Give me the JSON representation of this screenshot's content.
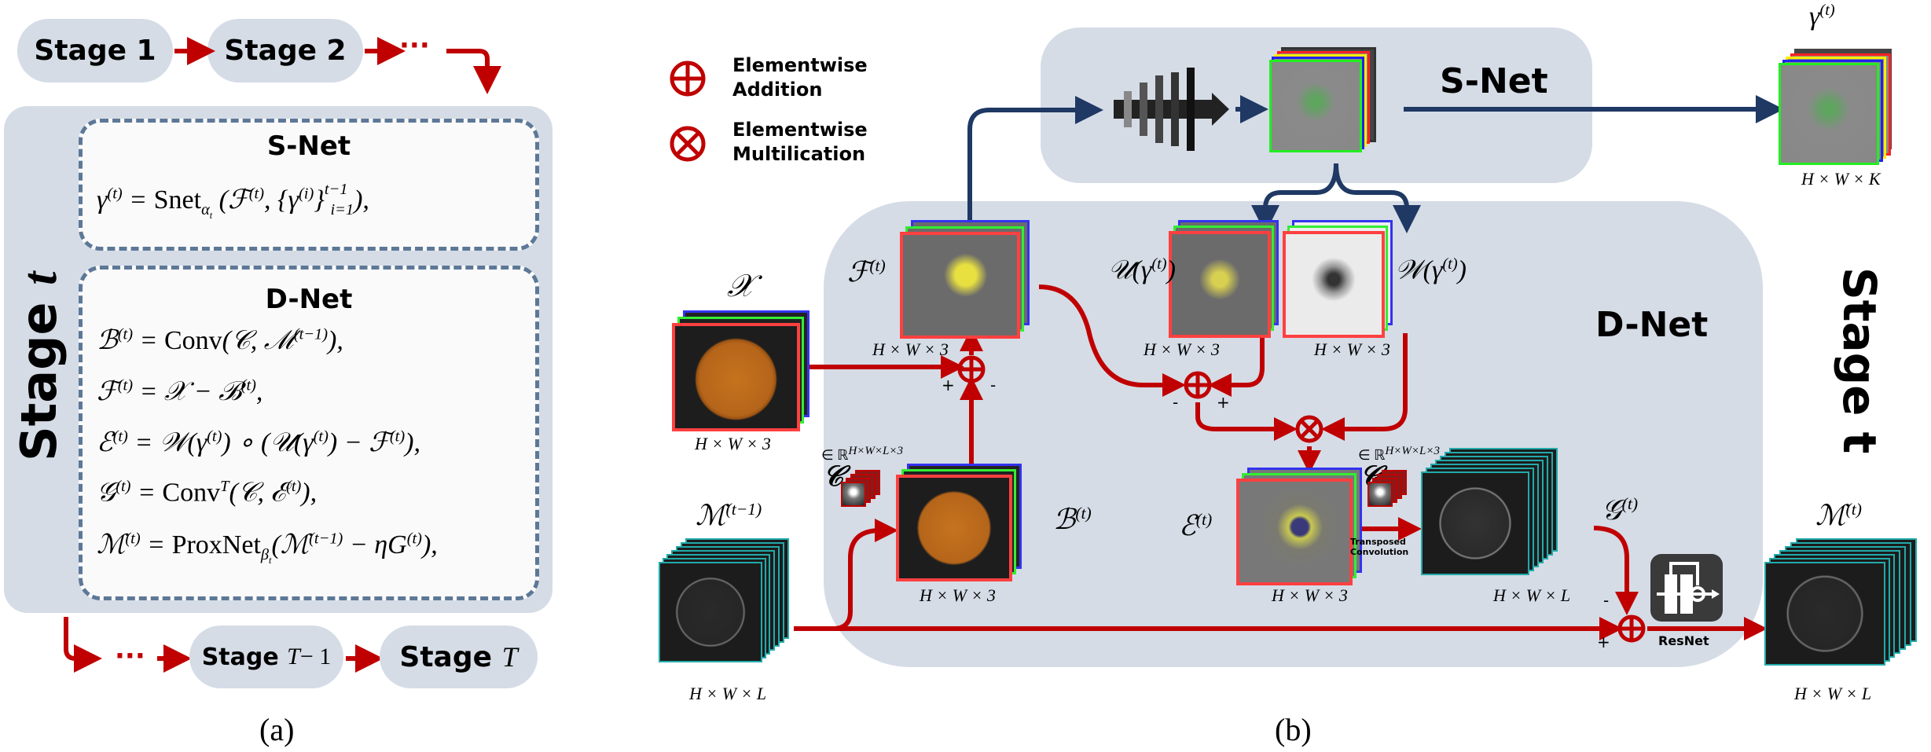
{
  "colors": {
    "panel_bg": "#d5dce6",
    "dash_border": "#5d7897",
    "red_arrow": "#c00000",
    "navy_arrow": "#1f3864",
    "channel_red": "#ff4040",
    "channel_green": "#33ee33",
    "channel_blue": "#3333ee",
    "feature_teal": "#22aaaa"
  },
  "panel_a": {
    "caption": "(a)",
    "top_flow": {
      "stage1": "Stage 1",
      "stage2": "Stage 2",
      "ellipsis": "···"
    },
    "stage_label": "Stage t",
    "stage_label_prefix": "Stage ",
    "stage_label_var": "t",
    "snet": {
      "title": "S-Net",
      "equation": "γ(t) = Snet_αt ( F(t), {γ(i)} i=1..t−1 ),"
    },
    "dnet": {
      "title": "D-Net",
      "equations": [
        "B(t) = Conv(C, M(t−1)),",
        "F(t) = X − B(t),",
        "E(t) = W(γ(t)) ∘ (U(γ(t)) − F(t)),",
        "G(t) = Conv^T(C, E(t)),",
        "M(t) = ProxNet_βt(M(t−1) − ηG(t)),"
      ]
    },
    "bottom_flow": {
      "ellipsis": "···",
      "stageTm1_prefix": "Stage ",
      "stageTm1_var": "T",
      "stageTm1_suffix": " − 1",
      "stageT_prefix": "Stage ",
      "stageT_var": "T"
    }
  },
  "panel_b": {
    "caption": "(b)",
    "legend": [
      {
        "icon": "elementwise-addition-icon",
        "line1": "Elementwise",
        "line2": "Addition"
      },
      {
        "icon": "elementwise-multiplication-icon",
        "line1": "Elementwise",
        "line2": "Multilication"
      }
    ],
    "snet_title": "S-Net",
    "dnet_title": "D-Net",
    "stage_label": "Stage t",
    "tensors": {
      "X": {
        "symbol": "𝒳",
        "dims": "H × W × 3"
      },
      "F": {
        "symbol": "ℱ",
        "sup": "(t)",
        "dims": "H × W × 3"
      },
      "U": {
        "symbol": "𝒰(γ",
        "sup": "(t)",
        "close": ")",
        "dims": "H × W × 3"
      },
      "W": {
        "symbol": "𝒲(γ",
        "sup": "(t)",
        "close": ")",
        "dims": "H × W × 3"
      },
      "gamma": {
        "symbol": "γ",
        "sup": "(t)",
        "dims": "H × W × K"
      },
      "M_prev": {
        "symbol": "ℳ",
        "sup": "(t−1)",
        "dims": "H × W × L"
      },
      "B": {
        "symbol": "ℬ",
        "sup": "(t)",
        "dims": "H × W × 3"
      },
      "E": {
        "symbol": "ℰ",
        "sup": "(t)",
        "dims": "H × W × 3"
      },
      "G": {
        "symbol": "𝒢",
        "sup": "(t)",
        "dims": "H × W × L"
      },
      "M": {
        "symbol": "ℳ",
        "sup": "(t)",
        "dims": "H × W × L"
      }
    },
    "conv_kernel": {
      "symbol": "𝒞",
      "domain": "∈ ℝ",
      "domain_sup": "H×W×L×3"
    },
    "transposed_conv": {
      "line1": "Transposed",
      "line2": "Convolution"
    },
    "resnet_label": "ResNet",
    "signs": {
      "plus": "+",
      "minus": "-"
    }
  }
}
